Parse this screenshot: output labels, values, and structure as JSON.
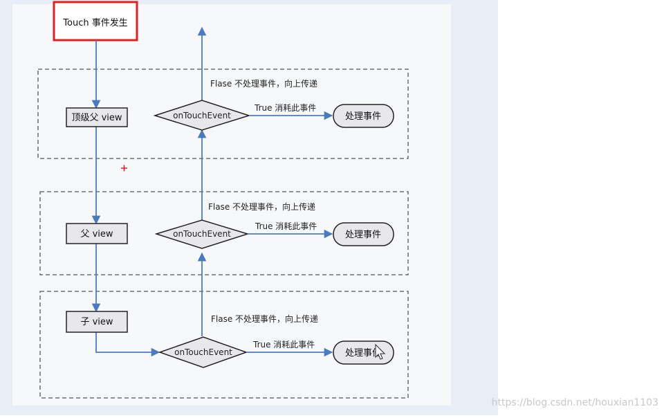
{
  "diagram": {
    "start_label": "Touch 事件发生",
    "levels": [
      {
        "view_label": "顶级父  view",
        "decision_label": "onTouchEvent",
        "true_label": "True  消耗此事件",
        "false_label": "Flase  不处理事件，向上传递",
        "handle_label": "处理事件"
      },
      {
        "view_label": "父  view",
        "decision_label": "onTouchEvent",
        "true_label": "True  消耗此事件",
        "false_label": "Flase  不处理事件，向上传递",
        "handle_label": "处理事件"
      },
      {
        "view_label": "子  view",
        "decision_label": "onTouchEvent",
        "true_label": "True  消耗此事件",
        "false_label": "Flase  不处理事件，向上传递",
        "handle_label": "处理事件"
      }
    ]
  },
  "watermark": "https://blog.csdn.net/houxian1103",
  "colors": {
    "arrow": "#4a7bc0",
    "highlight": "#e02020",
    "panel_bg": "#f7f8fa",
    "side_bg": "#e9eef6"
  }
}
